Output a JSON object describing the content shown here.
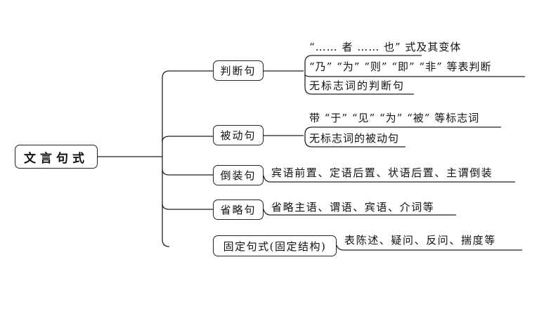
{
  "root": {
    "label": "文言句式"
  },
  "branches": [
    {
      "label": "判断句",
      "leaves": [
        "“…… 者 …… 也” 式及其变体",
        "“乃” “为” “则” “即” “非” 等表判断",
        "无标志词的判断句"
      ]
    },
    {
      "label": "被动句",
      "leaves": [
        "带 “于” “见” “为” “被” 等标志词",
        "无标志词的被动句"
      ]
    },
    {
      "label": "倒装句",
      "leaves": [
        "宾语前置、定语后置、状语后置、主谓倒装"
      ]
    },
    {
      "label": "省略句",
      "leaves": [
        "省略主语、谓语、宾语、介词等"
      ]
    },
    {
      "label": "固定句式(固定结构)",
      "leaves": [
        "表陈述、疑问、反问、揣度等"
      ]
    }
  ],
  "colors": {
    "line": "#222222",
    "text": "#111111",
    "background": "#ffffff"
  }
}
